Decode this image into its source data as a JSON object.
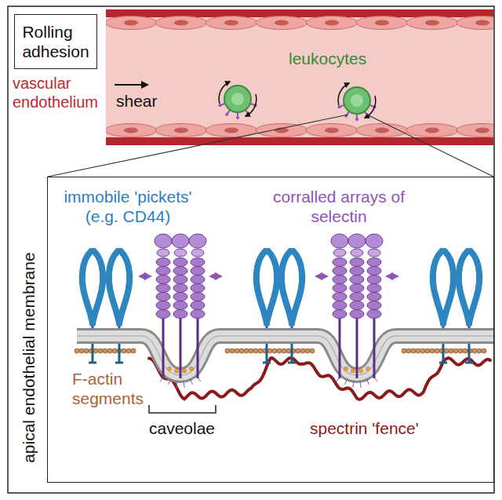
{
  "diagram": {
    "nodes": [
      {
        "text": [
          "Rolling adhesion"
        ]
      },
      {
        "text": [
          "apical endothelial membrane"
        ]
      }
    ],
    "labels": [
      "shear",
      "leukocytes",
      "vascular endothelium",
      "immobile 'pickets' (e.g. CD44)",
      "corralled arrays of selectin",
      "F-actin segments",
      "spectrin 'fence'",
      "caveolae"
    ]
  }
}
